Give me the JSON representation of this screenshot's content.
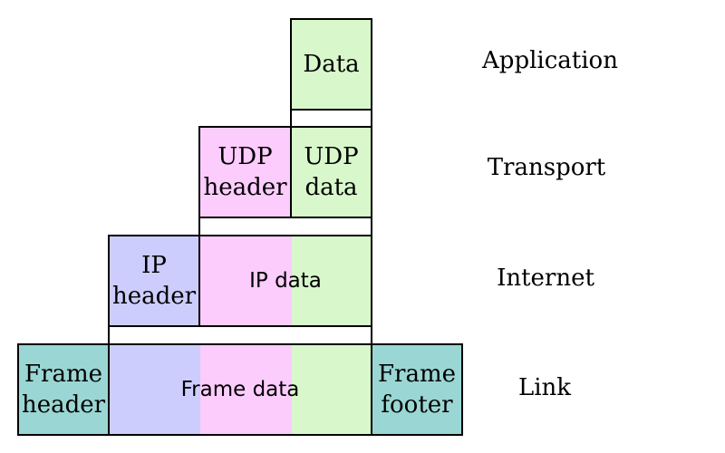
{
  "application": {
    "data_label": "Data",
    "layer_label": "Application"
  },
  "transport": {
    "udp_header_line1": "UDP",
    "udp_header_line2": "header",
    "udp_data_line1": "UDP",
    "udp_data_line2": "data",
    "layer_label": "Transport"
  },
  "internet": {
    "ip_header_line1": "IP",
    "ip_header_line2": "header",
    "ip_data_label": "IP data",
    "layer_label": "Internet"
  },
  "link": {
    "frame_header_line1": "Frame",
    "frame_header_line2": "header",
    "frame_data_label": "Frame data",
    "frame_footer_line1": "Frame",
    "frame_footer_line2": "footer",
    "layer_label": "Link"
  },
  "colors": {
    "data": "#d8f8cc",
    "udp_header": "#fcccfc",
    "ip_header": "#cccdfc",
    "frame_header_footer": "#9ad6d4"
  }
}
